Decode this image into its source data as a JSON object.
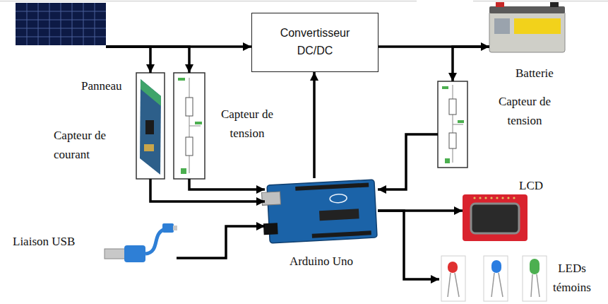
{
  "diagram": {
    "nodes": [
      {
        "text": [
          "Panneau"
        ]
      },
      {
        "text": [
          "Convertisseur DC/DC"
        ]
      },
      {
        "text": [
          "Batterie"
        ]
      },
      {
        "text": [
          "Capteur de courant"
        ]
      },
      {
        "text": [
          "Capteur de tension"
        ]
      },
      {
        "text": [
          "Capteur de tension"
        ]
      },
      {
        "text": [
          "Arduino Uno"
        ]
      },
      {
        "text": [
          "LCD"
        ]
      },
      {
        "text": [
          "Liaison USB"
        ]
      },
      {
        "text": [
          "LEDs témoins"
        ]
      }
    ],
    "edges": [
      {
        "from": 0,
        "to": 1,
        "arrow": "to"
      },
      {
        "from": 0,
        "to": 3,
        "arrow": "to"
      },
      {
        "from": 0,
        "to": 4,
        "arrow": "to"
      },
      {
        "from": 1,
        "to": 2,
        "arrow": "to"
      },
      {
        "from": 2,
        "to": 5,
        "arrow": "to"
      },
      {
        "from": 3,
        "to": 6,
        "arrow": "to"
      },
      {
        "from": 4,
        "to": 6,
        "arrow": "to"
      },
      {
        "from": 5,
        "to": 6,
        "arrow": "to"
      },
      {
        "from": 6,
        "to": 1,
        "arrow": "to"
      },
      {
        "from": 8,
        "to": 6,
        "arrow": "to"
      },
      {
        "from": 6,
        "to": 7,
        "arrow": "to"
      },
      {
        "from": 6,
        "to": 9,
        "arrow": "to"
      }
    ]
  }
}
